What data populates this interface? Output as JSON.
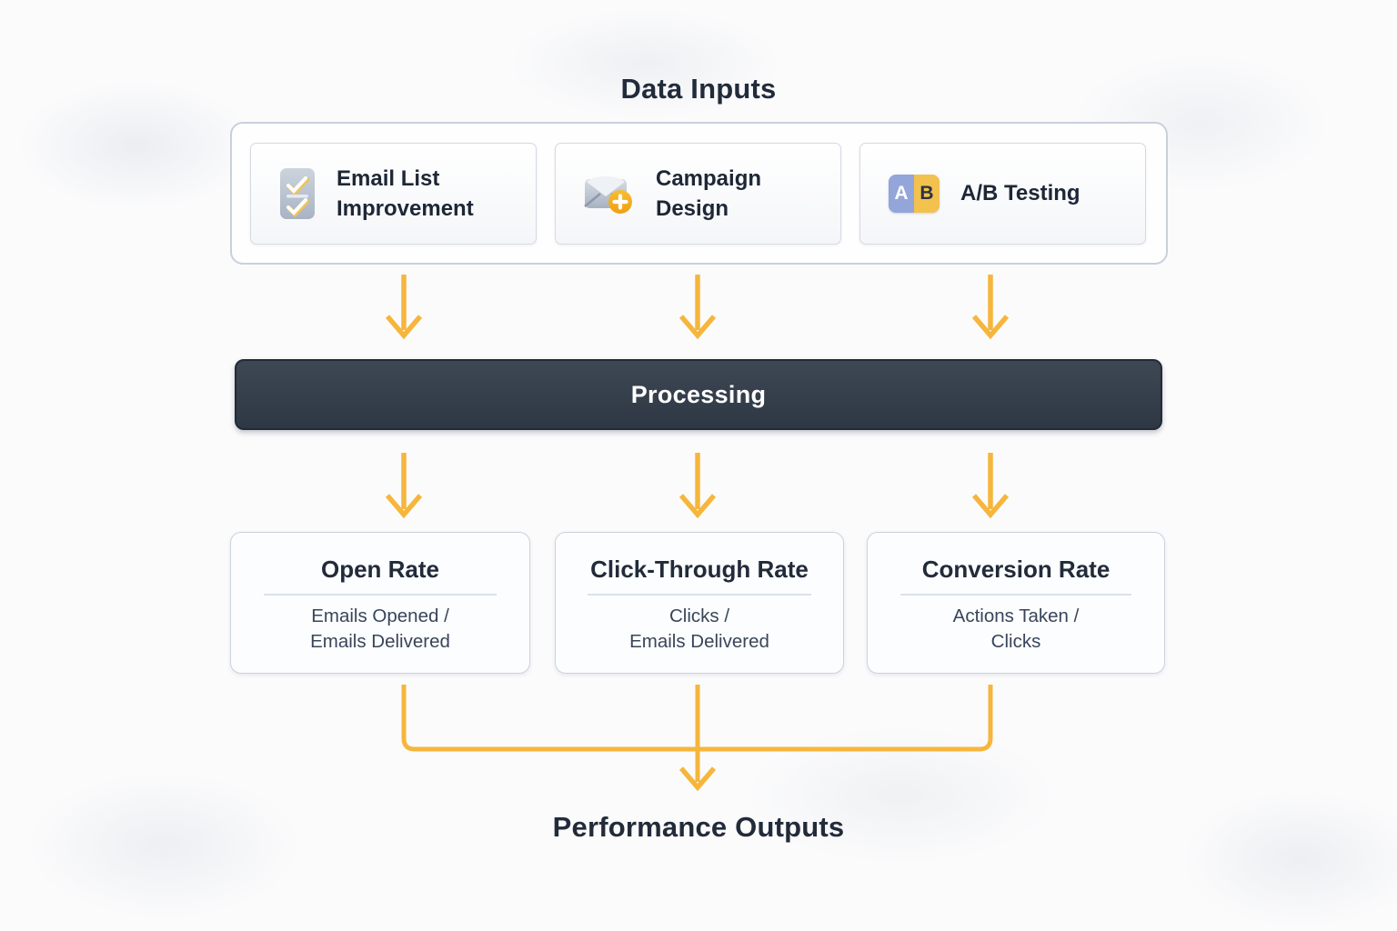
{
  "sections": {
    "inputs_title": "Data Inputs",
    "processing_label": "Processing",
    "outputs_title": "Performance Outputs"
  },
  "inputs": [
    {
      "label": "Email List Improvement",
      "icon": "checklist-icon"
    },
    {
      "label": "Campaign Design",
      "icon": "envelope-add-icon"
    },
    {
      "label": "A/B Testing",
      "icon": "ab-split-icon",
      "icon_letter_a": "A",
      "icon_letter_b": "B"
    }
  ],
  "outputs": [
    {
      "title": "Open Rate",
      "formula_line1": "Emails Opened /",
      "formula_line2": "Emails Delivered"
    },
    {
      "title": "Click-Through Rate",
      "formula_line1": "Clicks /",
      "formula_line2": "Emails Delivered"
    },
    {
      "title": "Conversion Rate",
      "formula_line1": "Actions Taken /",
      "formula_line2": "Clicks"
    }
  ],
  "colors": {
    "arrow": "#f6b63c",
    "processing_bg": "#333d4b",
    "dark_text": "#222b3a",
    "ab_icon_blue": "#94a5d9",
    "ab_icon_yellow": "#f3c14d",
    "badge_yellow": "#f5ac1e"
  }
}
